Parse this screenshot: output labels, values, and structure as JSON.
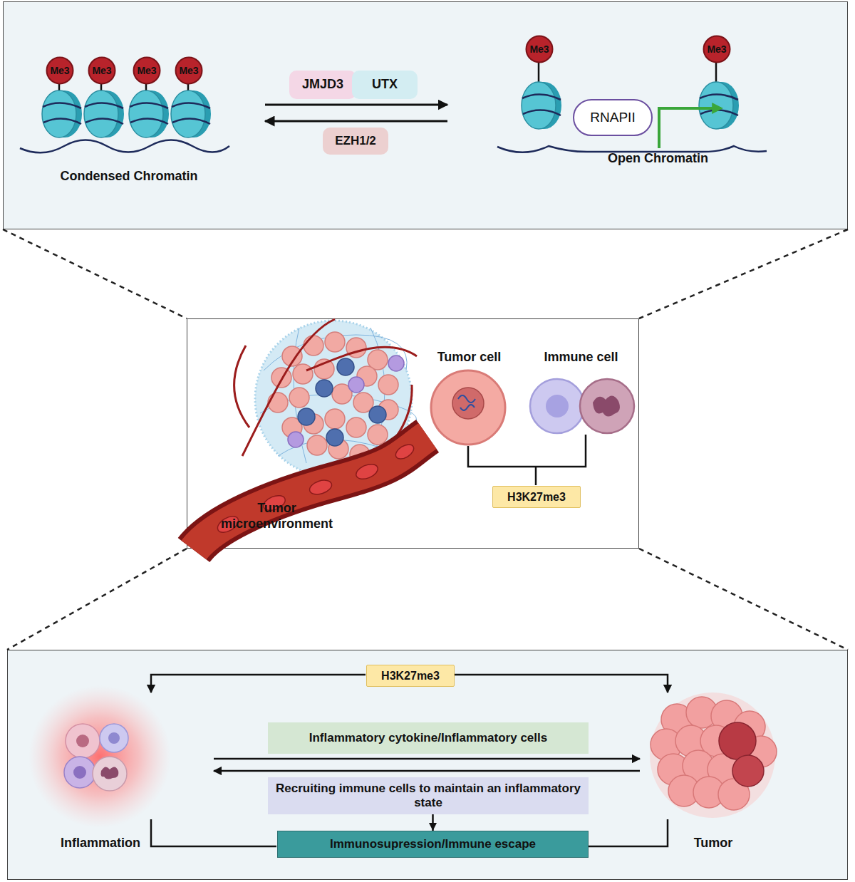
{
  "diagram": {
    "nodes": [
      {
        "text": [
          "Condensed Chromatin",
          "Open Chromatin"
        ]
      },
      {
        "text": [
          "Me3"
        ],
        "in": 0
      },
      {
        "text": [
          "Me3"
        ],
        "in": 0
      },
      {
        "text": [
          "Me3"
        ],
        "in": 0
      },
      {
        "text": [
          "Me3"
        ],
        "in": 0
      },
      {
        "text": [
          "JMJD3"
        ],
        "in": 0
      },
      {
        "text": [
          "UTX"
        ],
        "in": 0
      },
      {
        "text": [
          "EZH1/2"
        ],
        "in": 0
      },
      {
        "text": [
          "Me3"
        ],
        "in": 0
      },
      {
        "text": [
          "RNAPII"
        ],
        "in": 0
      },
      {
        "text": [
          "Me3"
        ],
        "in": 0
      },
      {
        "text": [
          "Tumor microenvironment",
          "Tumor cell",
          "Immune cell"
        ]
      },
      {
        "text": [
          "H3K27me3"
        ],
        "in": 11
      },
      {
        "text": [
          "Inflammation",
          "Tumor"
        ]
      },
      {
        "text": [
          "H3K27me3"
        ],
        "in": 13
      },
      {
        "text": [
          "Inflammatory cytokine/Inflammatory cells"
        ],
        "in": 13
      },
      {
        "text": [
          "Recruiting immune cells to maintain an inflammatory state"
        ],
        "in": 13
      },
      {
        "text": [
          "Immunosupression/Immune escape"
        ],
        "in": 13
      }
    ],
    "edges": [
      {
        "from": 16,
        "to": 17,
        "arrow": "to"
      }
    ]
  }
}
